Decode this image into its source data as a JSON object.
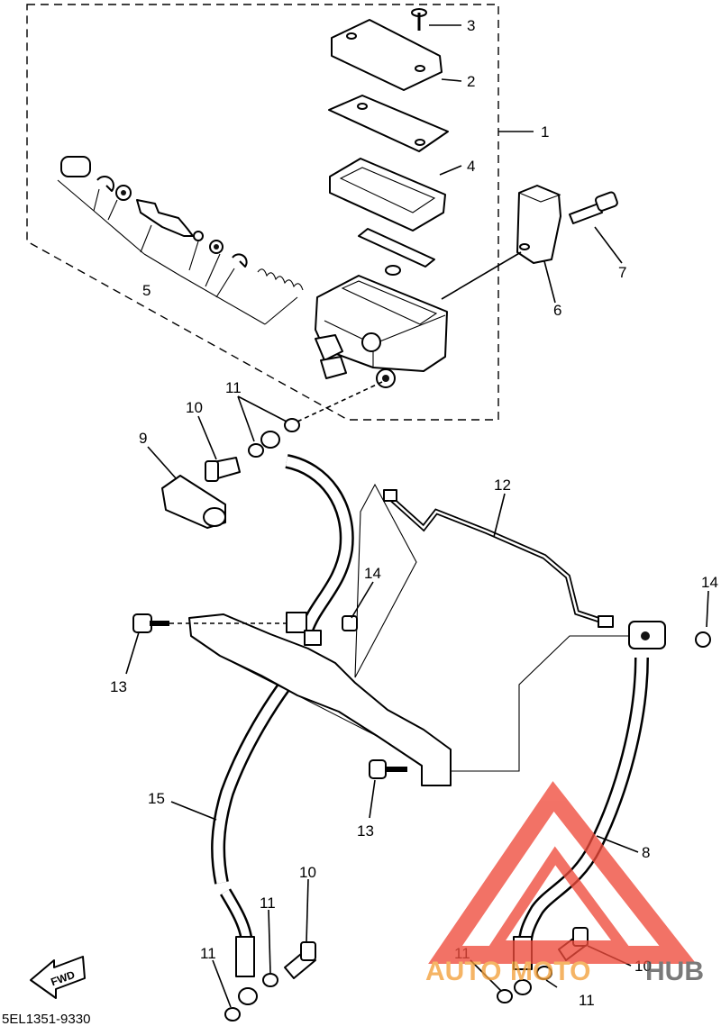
{
  "diagram": {
    "catalog_code": "5EL1351-9330",
    "fwd_label": "FWD",
    "watermark": {
      "text_auto": "AUTO",
      "text_moto": "MOTO",
      "text_hub": "HUB",
      "color_red": "#ef4b3c",
      "color_orange": "#f3a03a",
      "color_gray": "#555555"
    },
    "callouts": [
      {
        "id": "c3",
        "label": "3"
      },
      {
        "id": "c2",
        "label": "2"
      },
      {
        "id": "c1",
        "label": "1"
      },
      {
        "id": "c4",
        "label": "4"
      },
      {
        "id": "c5",
        "label": "5"
      },
      {
        "id": "c7",
        "label": "7"
      },
      {
        "id": "c6",
        "label": "6"
      },
      {
        "id": "c11a",
        "label": "11"
      },
      {
        "id": "c10a",
        "label": "10"
      },
      {
        "id": "c9",
        "label": "9"
      },
      {
        "id": "c12",
        "label": "12"
      },
      {
        "id": "c14a",
        "label": "14"
      },
      {
        "id": "c14b",
        "label": "14"
      },
      {
        "id": "c13a",
        "label": "13"
      },
      {
        "id": "c13b",
        "label": "13"
      },
      {
        "id": "c15",
        "label": "15"
      },
      {
        "id": "c8",
        "label": "8"
      },
      {
        "id": "c10b",
        "label": "10"
      },
      {
        "id": "c11b",
        "label": "11"
      },
      {
        "id": "c11c",
        "label": "11"
      },
      {
        "id": "c10c",
        "label": "10"
      },
      {
        "id": "c11d",
        "label": "11"
      },
      {
        "id": "c11e",
        "label": "11"
      }
    ]
  }
}
